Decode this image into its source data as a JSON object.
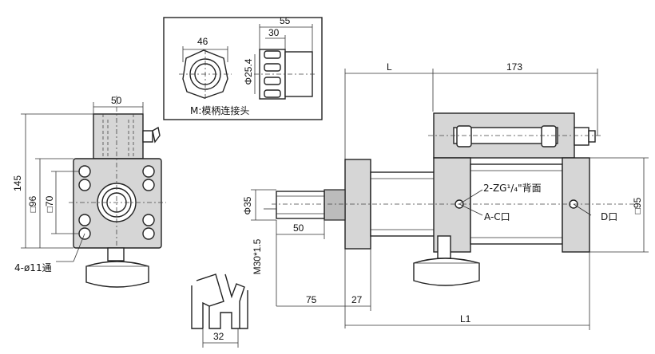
{
  "inset": {
    "dim_hex": "46",
    "dim_dia": "Φ25.4",
    "dim_total": "55",
    "dim_inner": "30",
    "caption": "M:模柄连接头"
  },
  "side_view": {
    "dim_top": "50",
    "dim_height": "145",
    "dim_square_outer": "□96",
    "dim_square_inner": "□70",
    "hole_label": "4-ø11通"
  },
  "main_view": {
    "dim_L": "L",
    "dim_173": "173",
    "dim_rod_dia": "Φ35",
    "dim_thread_len": "50",
    "dim_thread": "M30*1.5",
    "dim_75": "75",
    "dim_27": "27",
    "dim_L1": "L1",
    "dim_95": "□95",
    "port_label": "2-ZG¹/₄\"背面",
    "port_ac": "A-C口",
    "port_d": "D口"
  },
  "wrench": {
    "dim_opening": "32"
  }
}
